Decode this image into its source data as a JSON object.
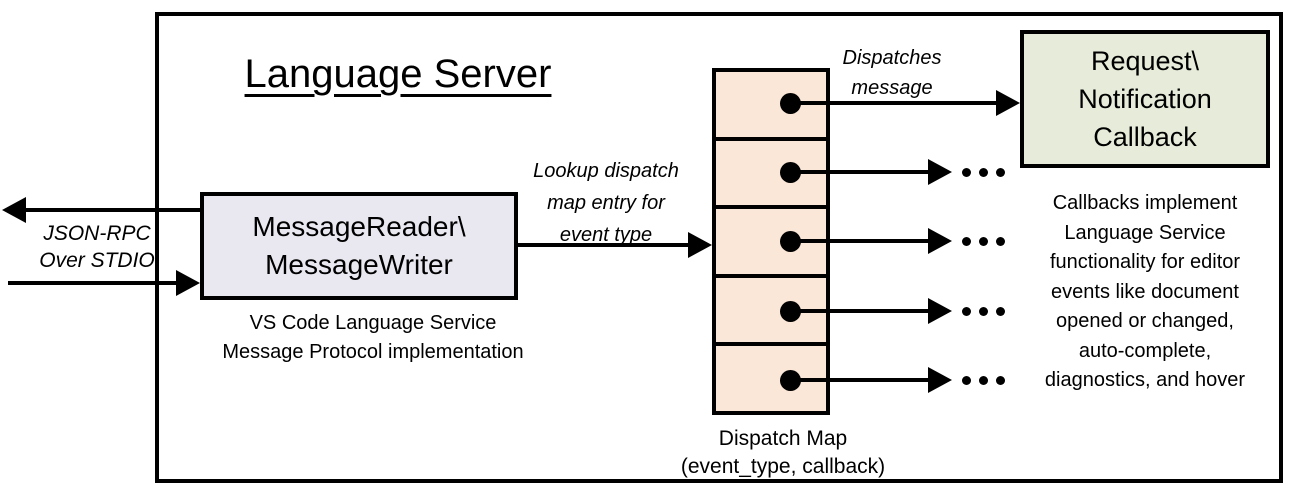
{
  "colors": {
    "message_box_fill": "#e9e8f1",
    "dispatch_cell_fill": "#fbe7d8",
    "callback_box_fill": "#e6ecd9",
    "line_color": "#000000"
  },
  "server_box": {
    "title": "Language Server"
  },
  "stdio": {
    "label_line1": "JSON-RPC",
    "label_line2": "Over STDIO"
  },
  "message_handler": {
    "box_line1": "MessageReader\\",
    "box_line2": "MessageWriter",
    "caption_line1": "VS Code Language Service",
    "caption_line2": "Message Protocol implementation"
  },
  "lookup_label": {
    "line1": "Lookup dispatch",
    "line2": "map entry for",
    "line3": "event type"
  },
  "dispatches_label": {
    "line1": "Dispatches",
    "line2": "message"
  },
  "dispatch_map": {
    "cell_count": 5,
    "label_line1": "Dispatch Map",
    "label_line2": "(event_type, callback)"
  },
  "callback_box": {
    "line1": "Request\\",
    "line2": "Notification",
    "line3": "Callback"
  },
  "callback_note": {
    "lines": [
      "Callbacks implement",
      "Language Service",
      "functionality for editor",
      "events like document",
      "opened or changed,",
      "auto-complete,",
      "diagnostics, and hover"
    ]
  },
  "icons": {
    "ellipsis": "•••",
    "arrow": "→"
  }
}
